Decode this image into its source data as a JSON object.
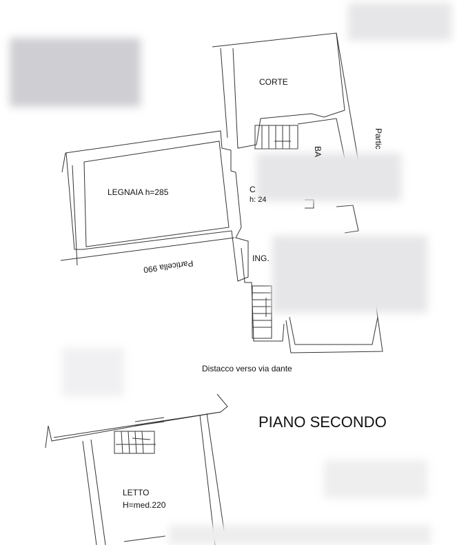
{
  "rooms": {
    "corte": "CORTE",
    "legnaia": "LEGNAIA  h=285",
    "c_label": "C",
    "c_height": "h: 24",
    "bagno": "BA",
    "ingresso": "ING.",
    "letto": "LETTO",
    "letto_height": "H=med.220"
  },
  "annotations": {
    "particella_right": "Partic",
    "particella_990": "Particella 990",
    "distacco": "Distacco verso via dante"
  },
  "floor_title": "PIANO SECONDO",
  "colors": {
    "line": "#333333",
    "blur": "#e6e6e8"
  }
}
